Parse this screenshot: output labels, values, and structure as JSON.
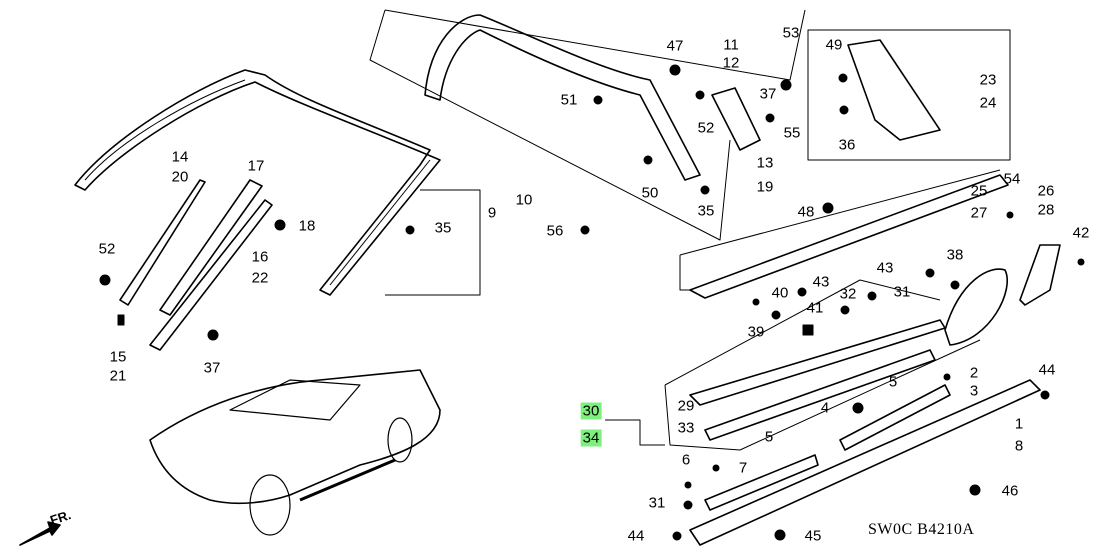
{
  "diagram_code": "SW0C  B4210A",
  "front_indicator": "FR.",
  "callouts": {
    "c53": "53",
    "c47": "47",
    "c11": "11",
    "c12": "12",
    "c49": "49",
    "c23": "23",
    "c24": "24",
    "c51": "51",
    "c37a": "37",
    "c52a": "52",
    "c55": "55",
    "c36": "36",
    "c13": "13",
    "c19": "19",
    "c14": "14",
    "c20": "20",
    "c17": "17",
    "c18": "18",
    "c9": "9",
    "c35a": "35",
    "c10": "10",
    "c50": "50",
    "c35b": "35",
    "c56": "56",
    "c48": "48",
    "c25": "25",
    "c27": "27",
    "c54": "54",
    "c26": "26",
    "c28": "28",
    "c42": "42",
    "c52b": "52",
    "c16": "16",
    "c22": "22",
    "c38": "38",
    "c43a": "43",
    "c43b": "43",
    "c40": "40",
    "c41": "41",
    "c32": "32",
    "c31a": "31",
    "c39": "39",
    "c15": "15",
    "c21": "21",
    "c37b": "37",
    "c2": "2",
    "c3": "3",
    "c44a": "44",
    "c5a": "5",
    "c29": "29",
    "c30": "30",
    "c34": "34",
    "c33": "33",
    "c4": "4",
    "c1": "1",
    "c8": "8",
    "c5b": "5",
    "c6": "6",
    "c7": "7",
    "c46": "46",
    "c31b": "31",
    "c44b": "44",
    "c45": "45"
  },
  "highlight_color": "#7df07d"
}
